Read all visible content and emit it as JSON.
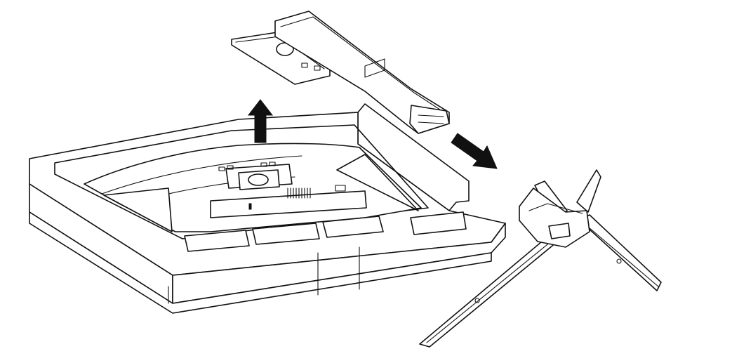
{
  "diagram": {
    "parts": [
      {
        "id": "monitor",
        "icon": "monitor-in-foam-packaging"
      },
      {
        "id": "stand-neck",
        "icon": "stand-neck-icon"
      },
      {
        "id": "stand-base",
        "icon": "tripod-base-icon"
      }
    ],
    "arrows": [
      {
        "id": "lift",
        "icon": "arrow-up-icon",
        "direction": "up"
      },
      {
        "id": "move",
        "icon": "arrow-down-right-icon",
        "direction": "down-right"
      }
    ],
    "line_color": "#111111",
    "background": "#ffffff"
  }
}
